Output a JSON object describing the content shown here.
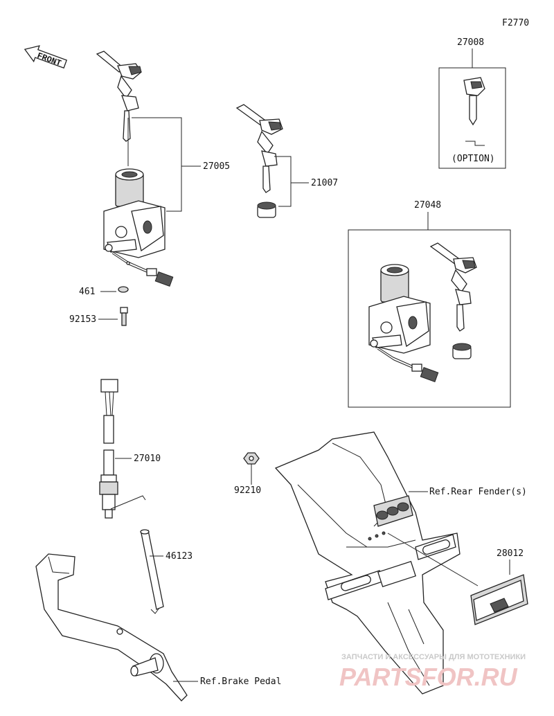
{
  "diagram_code": "F2770",
  "front_label": "FRONT",
  "option_label": "(OPTION)",
  "parts": {
    "p27008": "27008",
    "p27005": "27005",
    "p21007": "21007",
    "p27048": "27048",
    "p461": "461",
    "p92153": "92153",
    "p27010": "27010",
    "p92210": "92210",
    "p46123": "46123",
    "p28012": "28012"
  },
  "refs": {
    "rear_fender": "Ref.Rear Fender(s)",
    "brake_pedal": "Ref.Brake Pedal"
  },
  "watermark": {
    "line1": "ЗАПЧАСТИ И АКСЕССУАРЫ ДЛЯ МОТОТЕХНИКИ",
    "line2": "PARTSFOR.RU"
  }
}
